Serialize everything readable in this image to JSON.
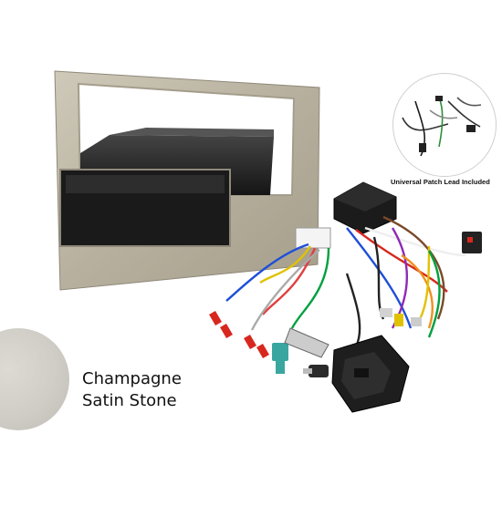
{
  "product": {
    "patch_lead_caption": "Universal Patch Lead Included",
    "finish": {
      "line1": "Champagne",
      "line2": "Satin Stone",
      "swatch_color": "#cfcdc6"
    },
    "colors": {
      "fascia": "#b9b2a0",
      "pocket": "#1c1c1c",
      "connector": "#1e1e1e",
      "fakra": "#3aa6a0",
      "pin_red": "#d8271e"
    }
  }
}
